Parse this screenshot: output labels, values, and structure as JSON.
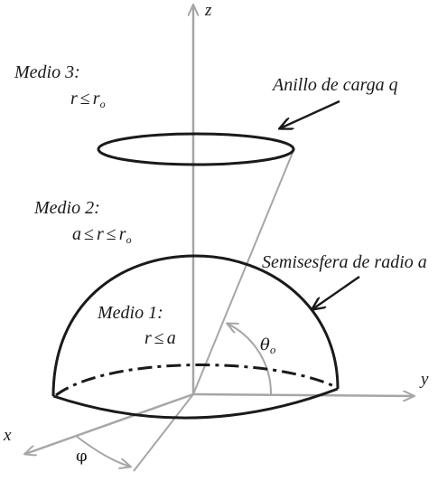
{
  "labels": {
    "medio3_title": "Medio 3:",
    "medio3_cond_var": "r",
    "medio3_cond_op": "≤",
    "medio3_cond_bound": "r",
    "medio3_cond_bound_sub": "o",
    "ring_label": "Anillo de carga q",
    "medio2_title": "Medio 2:",
    "medio2_cond_low": "a",
    "medio2_cond_op1": "≤",
    "medio2_cond_var": "r",
    "medio2_cond_op2": "≤",
    "medio2_cond_high": "r",
    "medio2_cond_high_sub": "o",
    "hemisphere_label": "Semisesfera de radio a",
    "medio1_title": "Medio 1:",
    "medio1_cond_var": "r",
    "medio1_cond_op": "≤",
    "medio1_cond_bound": "a"
  },
  "axes": {
    "x": "x",
    "y": "y",
    "z": "z"
  },
  "angles": {
    "theta": "θ",
    "theta_sub": "o",
    "phi": "φ"
  },
  "colors": {
    "axis": "#a6a6a6",
    "ink": "#1a1a1a"
  }
}
